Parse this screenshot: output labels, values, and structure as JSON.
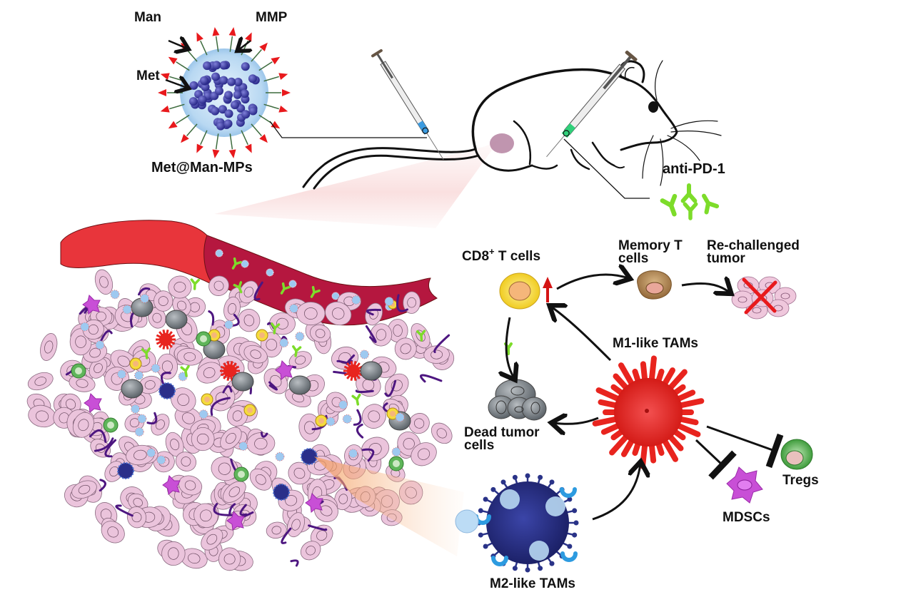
{
  "labels": {
    "man": "Man",
    "mmp": "MMP",
    "met": "Met",
    "particle": "Met@Man-MPs",
    "anti_pd1": "anti-PD-1",
    "cd8_main": "CD8",
    "cd8_sup": "+",
    "cd8_tail": " T cells",
    "memory_line1": "Memory T",
    "memory_line2": "cells",
    "rechallenged_line1": "Re-challenged",
    "rechallenged_line2": "tumor",
    "m1": "M1-like TAMs",
    "dead_line1": "Dead tumor",
    "dead_line2": "cells",
    "tregs": "Tregs",
    "mdscs": "MDSCs",
    "m2": "M2-like TAMs"
  },
  "colors": {
    "nanoparticle_shell": "#b9d9f3",
    "nanoparticle_core": "#3a3aa0",
    "mannose_tip": "#e8191c",
    "antibody": "#7ddc2a",
    "blood_vessel": "#b5173f",
    "blood_vessel_cut": "#e8353b",
    "tumor_cell": "#ebc4dc",
    "collagen": "#4d1680",
    "cd8_t_cell": "#f5dc3c",
    "memory_t_cell": "#b08a55",
    "m1_tam": "#e8241e",
    "m2_tam": "#2a2f8a",
    "treg": "#5fb55a",
    "mdsc": "#c84fd6",
    "dead_cell": "#7d8489",
    "up_arrow": "#d41414",
    "cross": "#e8191c"
  }
}
